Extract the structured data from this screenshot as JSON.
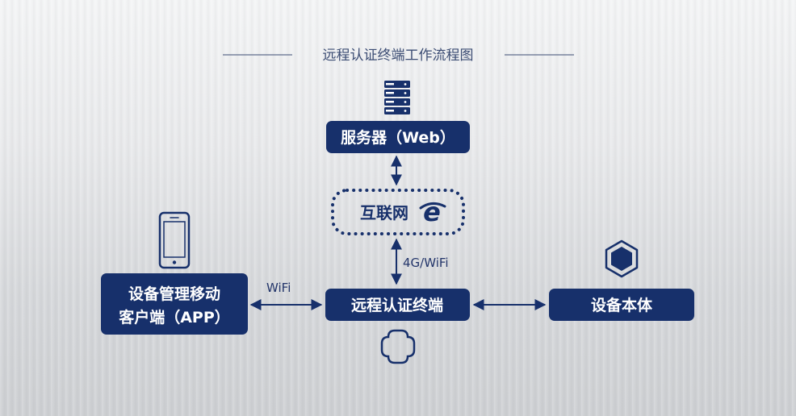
{
  "title": "远程认证终端工作流程图",
  "nodes": {
    "server": "服务器（Web）",
    "internet": "互联网",
    "terminal": "远程认证终端",
    "app_line1": "设备管理移动",
    "app_line2": "客户端（APP）",
    "device": "设备本体"
  },
  "links": {
    "terminal_internet": "4G/WiFi",
    "app_terminal": "WiFi"
  },
  "icons": {
    "server": "server-rack-icon",
    "internet": "internet-explorer-icon",
    "phone": "smartphone-icon",
    "device": "hexagon-icon",
    "terminal": "rounded-cross-icon"
  },
  "colors": {
    "primary": "#17306b",
    "background": "#e4e5e7",
    "text_on_primary": "#ffffff"
  }
}
